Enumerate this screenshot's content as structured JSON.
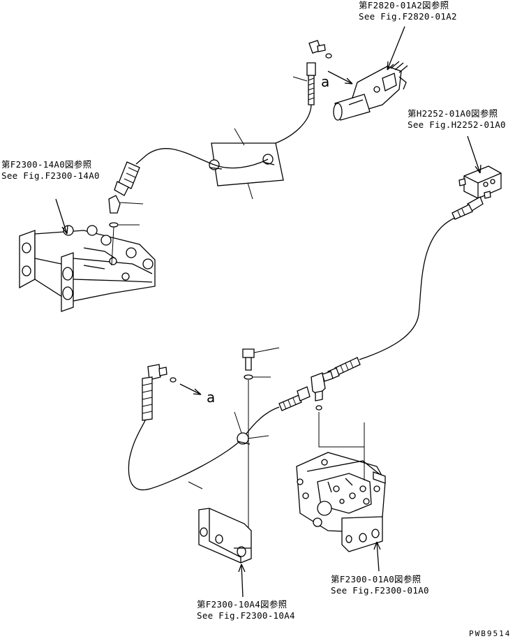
{
  "references": {
    "f2820": {
      "jp": "第F2820-01A2図参照",
      "en": "See Fig.F2820-01A2"
    },
    "h2252": {
      "jp": "第H2252-01A0図参照",
      "en": "See Fig.H2252-01A0"
    },
    "f2300_14": {
      "jp": "第F2300-14A0図参照",
      "en": "See Fig.F2300-14A0"
    },
    "f2300_10": {
      "jp": "第F2300-10A4図参照",
      "en": "See Fig.F2300-10A4"
    },
    "f2300_01": {
      "jp": "第F2300-01A0図参照",
      "en": "See Fig.F2300-01A0"
    }
  },
  "marker_top": "a",
  "marker_bottom": "a",
  "drawing_code": "PWB9514"
}
